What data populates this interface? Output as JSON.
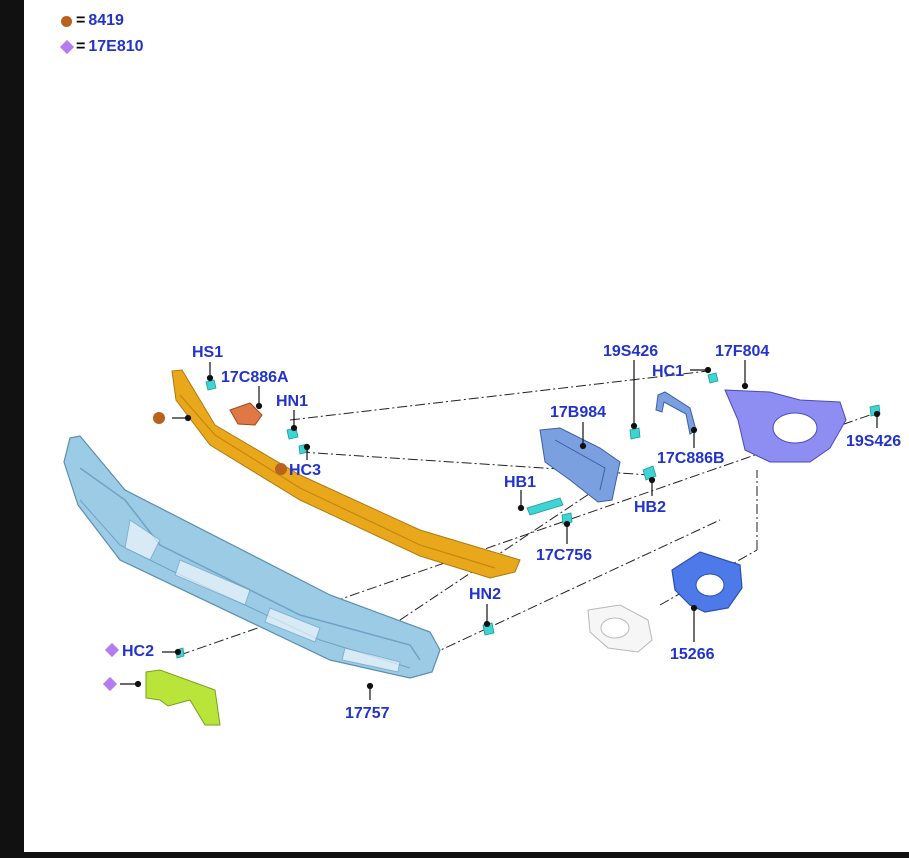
{
  "legend": [
    {
      "symbol": "circle",
      "color": "#b8621b",
      "text": "8419"
    },
    {
      "symbol": "diamond",
      "color": "#b57cf0",
      "text": "17E810"
    }
  ],
  "labels": {
    "hs1": "HS1",
    "p17c886a": "17C886A",
    "hn1": "HN1",
    "hc3": "HC3",
    "p19s426_top": "19S426",
    "p17f804": "17F804",
    "hc1": "HC1",
    "p17b984": "17B984",
    "p19s426_right": "19S426",
    "p17c886b": "17C886B",
    "hb1": "HB1",
    "hb2": "HB2",
    "p17c756": "17C756",
    "hn2": "HN2",
    "p15266": "15266",
    "hc2": "HC2",
    "p17757": "17757"
  },
  "colors": {
    "label": "#2233cc",
    "bumper": "#9ccbe6",
    "trim": "#e9a81c",
    "bracket": "#7aa0e0",
    "fog_bracket": "#4d7ae8",
    "housing": "#8d8df2",
    "lower_trim": "#b9e53a",
    "clip": "#3fd4d4",
    "orange_clip": "#e07845",
    "circle_marker": "#b8621b",
    "diamond_marker": "#b57cf0"
  }
}
